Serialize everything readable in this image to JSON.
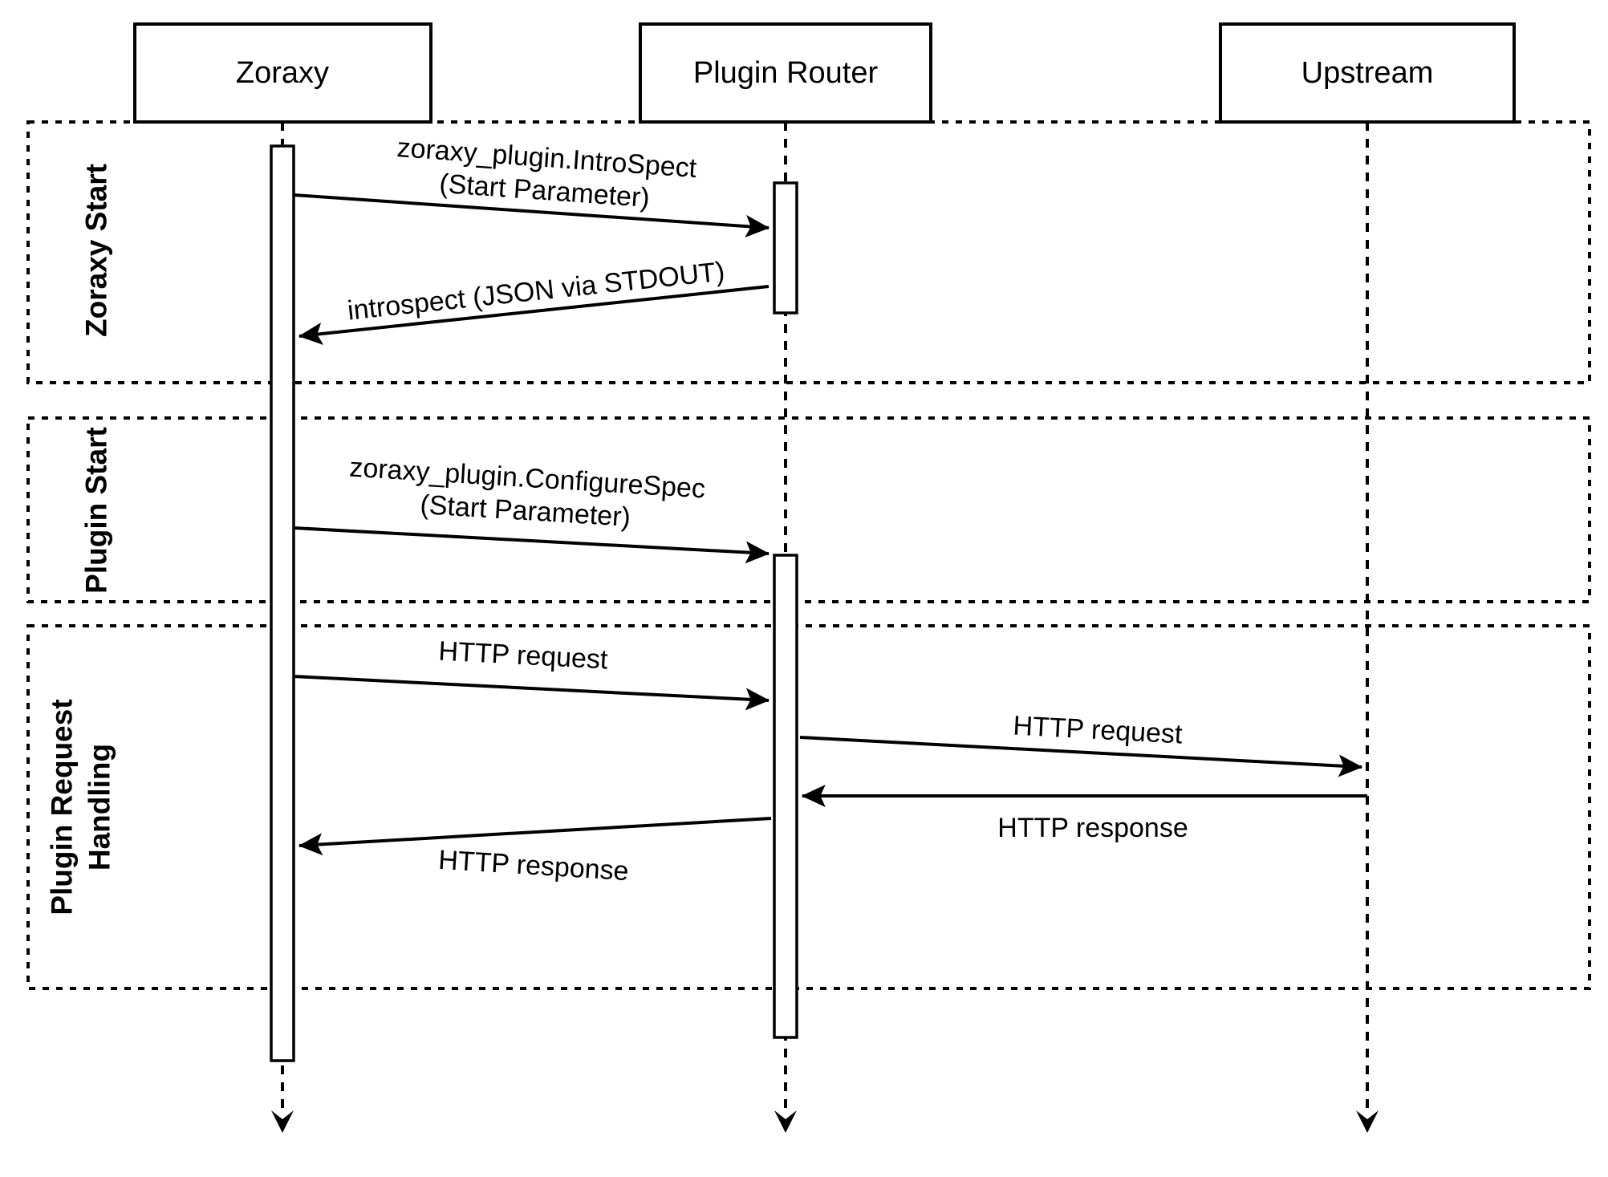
{
  "diagram_type": "sequence",
  "colors": {
    "stroke": "#000000",
    "background": "#ffffff",
    "box_fill": "#ffffff"
  },
  "participants": [
    {
      "id": "zoraxy",
      "label": "Zoraxy"
    },
    {
      "id": "plugin-router",
      "label": "Plugin Router"
    },
    {
      "id": "upstream",
      "label": "Upstream"
    }
  ],
  "phases": [
    {
      "id": "zoraxy-start",
      "label": "Zoraxy Start"
    },
    {
      "id": "plugin-start",
      "label": "Plugin Start"
    },
    {
      "id": "plugin-request-handling",
      "line1": "Plugin Request",
      "line2": "Handling"
    }
  ],
  "messages": [
    {
      "id": "introspect-call",
      "from": "Zoraxy",
      "to": "Plugin Router",
      "line1": "zoraxy_plugin.IntroSpect",
      "line2": "(Start Parameter)"
    },
    {
      "id": "introspect-return",
      "from": "Plugin Router",
      "to": "Zoraxy",
      "label": "introspect (JSON via STDOUT)"
    },
    {
      "id": "configurespec-call",
      "from": "Zoraxy",
      "to": "Plugin Router",
      "line1": "zoraxy_plugin.ConfigureSpec",
      "line2": "(Start Parameter)"
    },
    {
      "id": "http-request-to-plugin",
      "from": "Zoraxy",
      "to": "Plugin Router",
      "label": "HTTP request"
    },
    {
      "id": "http-request-to-upstream",
      "from": "Plugin Router",
      "to": "Upstream",
      "label": "HTTP request"
    },
    {
      "id": "http-response-from-upstream",
      "from": "Upstream",
      "to": "Plugin Router",
      "label": "HTTP response"
    },
    {
      "id": "http-response-to-zoraxy",
      "from": "Plugin Router",
      "to": "Zoraxy",
      "label": "HTTP response"
    }
  ]
}
